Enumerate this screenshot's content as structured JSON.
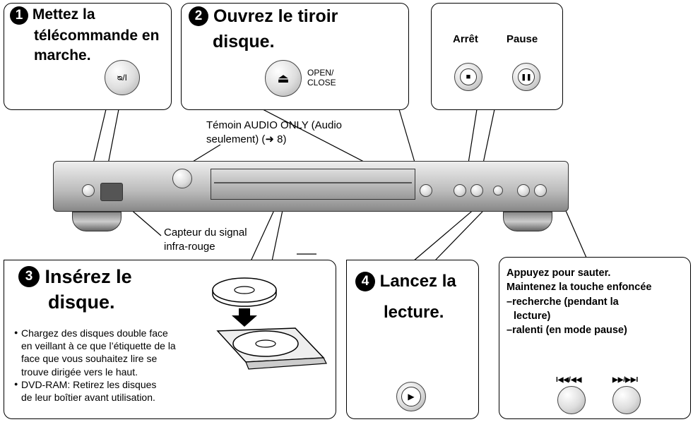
{
  "step1": {
    "number": "1",
    "title_line1": "Mettez la",
    "title_line2": "télécommande en",
    "title_line3": "marche.",
    "power_label": "ᴓ/I"
  },
  "step2": {
    "number": "2",
    "title_line1": "Ouvrez le tiroir",
    "title_line2": "disque.",
    "open_label_1": "OPEN/",
    "open_label_2": "CLOSE",
    "eject_glyph": "⏏"
  },
  "stop_pause": {
    "stop_label": "Arrêt",
    "pause_label": "Pause",
    "stop_glyph": "■",
    "pause_glyph": "❚❚"
  },
  "callouts": {
    "audio_only_1": "Témoin AUDIO ONLY (Audio",
    "audio_only_2": "seulement) (➜ 8)",
    "sensor_1": "Capteur du signal",
    "sensor_2": "infra-rouge"
  },
  "step3": {
    "number": "3",
    "title_line1": "Insérez le",
    "title_line2": "disque.",
    "bullet1_l1": "Chargez des disques double face",
    "bullet1_l2": "en veillant à ce que l’étiquette de la",
    "bullet1_l3": "face que vous souhaitez lire se",
    "bullet1_l4": "trouve dirigée vers le haut.",
    "bullet2_l1": "DVD-RAM: Retirez les disques",
    "bullet2_l2": "de leur boîtier avant utilisation."
  },
  "step4": {
    "number": "4",
    "title_line1": "Lancez la",
    "title_line2": "lecture.",
    "play_glyph": "▶"
  },
  "skip": {
    "line1": "Appuyez pour sauter.",
    "line2": "Maintenez la touche enfoncée",
    "line3": "–recherche (pendant la",
    "line4": "lecture)",
    "line5": "–ralenti (en mode pause)",
    "prev_label": "I◀◀/◀◀",
    "next_label": "▶▶/▶▶I"
  }
}
